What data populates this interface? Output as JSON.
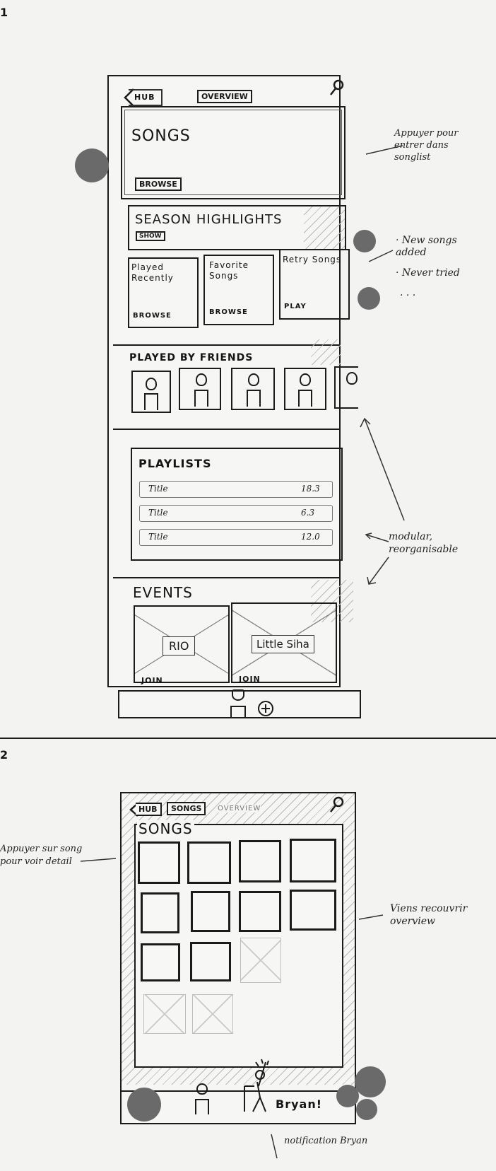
{
  "sketch1": {
    "number": "1",
    "nav": {
      "back_label": "HUB",
      "tab_label": "OVERVIEW"
    },
    "songs": {
      "title": "SONGS",
      "button": "BROWSE"
    },
    "highlights": {
      "title": "SEASON HIGHLIGHTS",
      "button": "SHOW"
    },
    "cards": [
      {
        "title": "Played Recently",
        "action": "BROWSE"
      },
      {
        "title": "Favorite Songs",
        "action": "BROWSE"
      },
      {
        "title": "Retry Songs",
        "action": "PLAY"
      }
    ],
    "friends": {
      "title": "PLAYED BY FRIENDS"
    },
    "playlists": {
      "title": "PLAYLISTS",
      "rows": [
        {
          "title": "Title",
          "value": "18.3"
        },
        {
          "title": "Title",
          "value": "6.3"
        },
        {
          "title": "Title",
          "value": "12.0"
        }
      ]
    },
    "events": {
      "title": "EVENTS",
      "items": [
        {
          "name": "RIO",
          "action": "JOIN"
        },
        {
          "name": "Little Siha",
          "action": "JOIN"
        }
      ]
    },
    "notes": {
      "songs": "Appuyer pour entrer dans songlist",
      "highlight_1": "· New songs added",
      "highlight_2": "· Never tried",
      "highlight_3": "· · ·",
      "modular": "modular, reorganisable"
    }
  },
  "sketch2": {
    "number": "2",
    "nav": {
      "back_label": "HUB",
      "tab_label": "SONGS",
      "faded_tab": "OVERVIEW"
    },
    "songs_title": "SONGS",
    "notification_name": "Bryan!",
    "notes": {
      "tap_song": "Appuyer sur song pour voir detail",
      "overview": "Viens recouvrir overview",
      "notification": "notification Bryan"
    }
  }
}
